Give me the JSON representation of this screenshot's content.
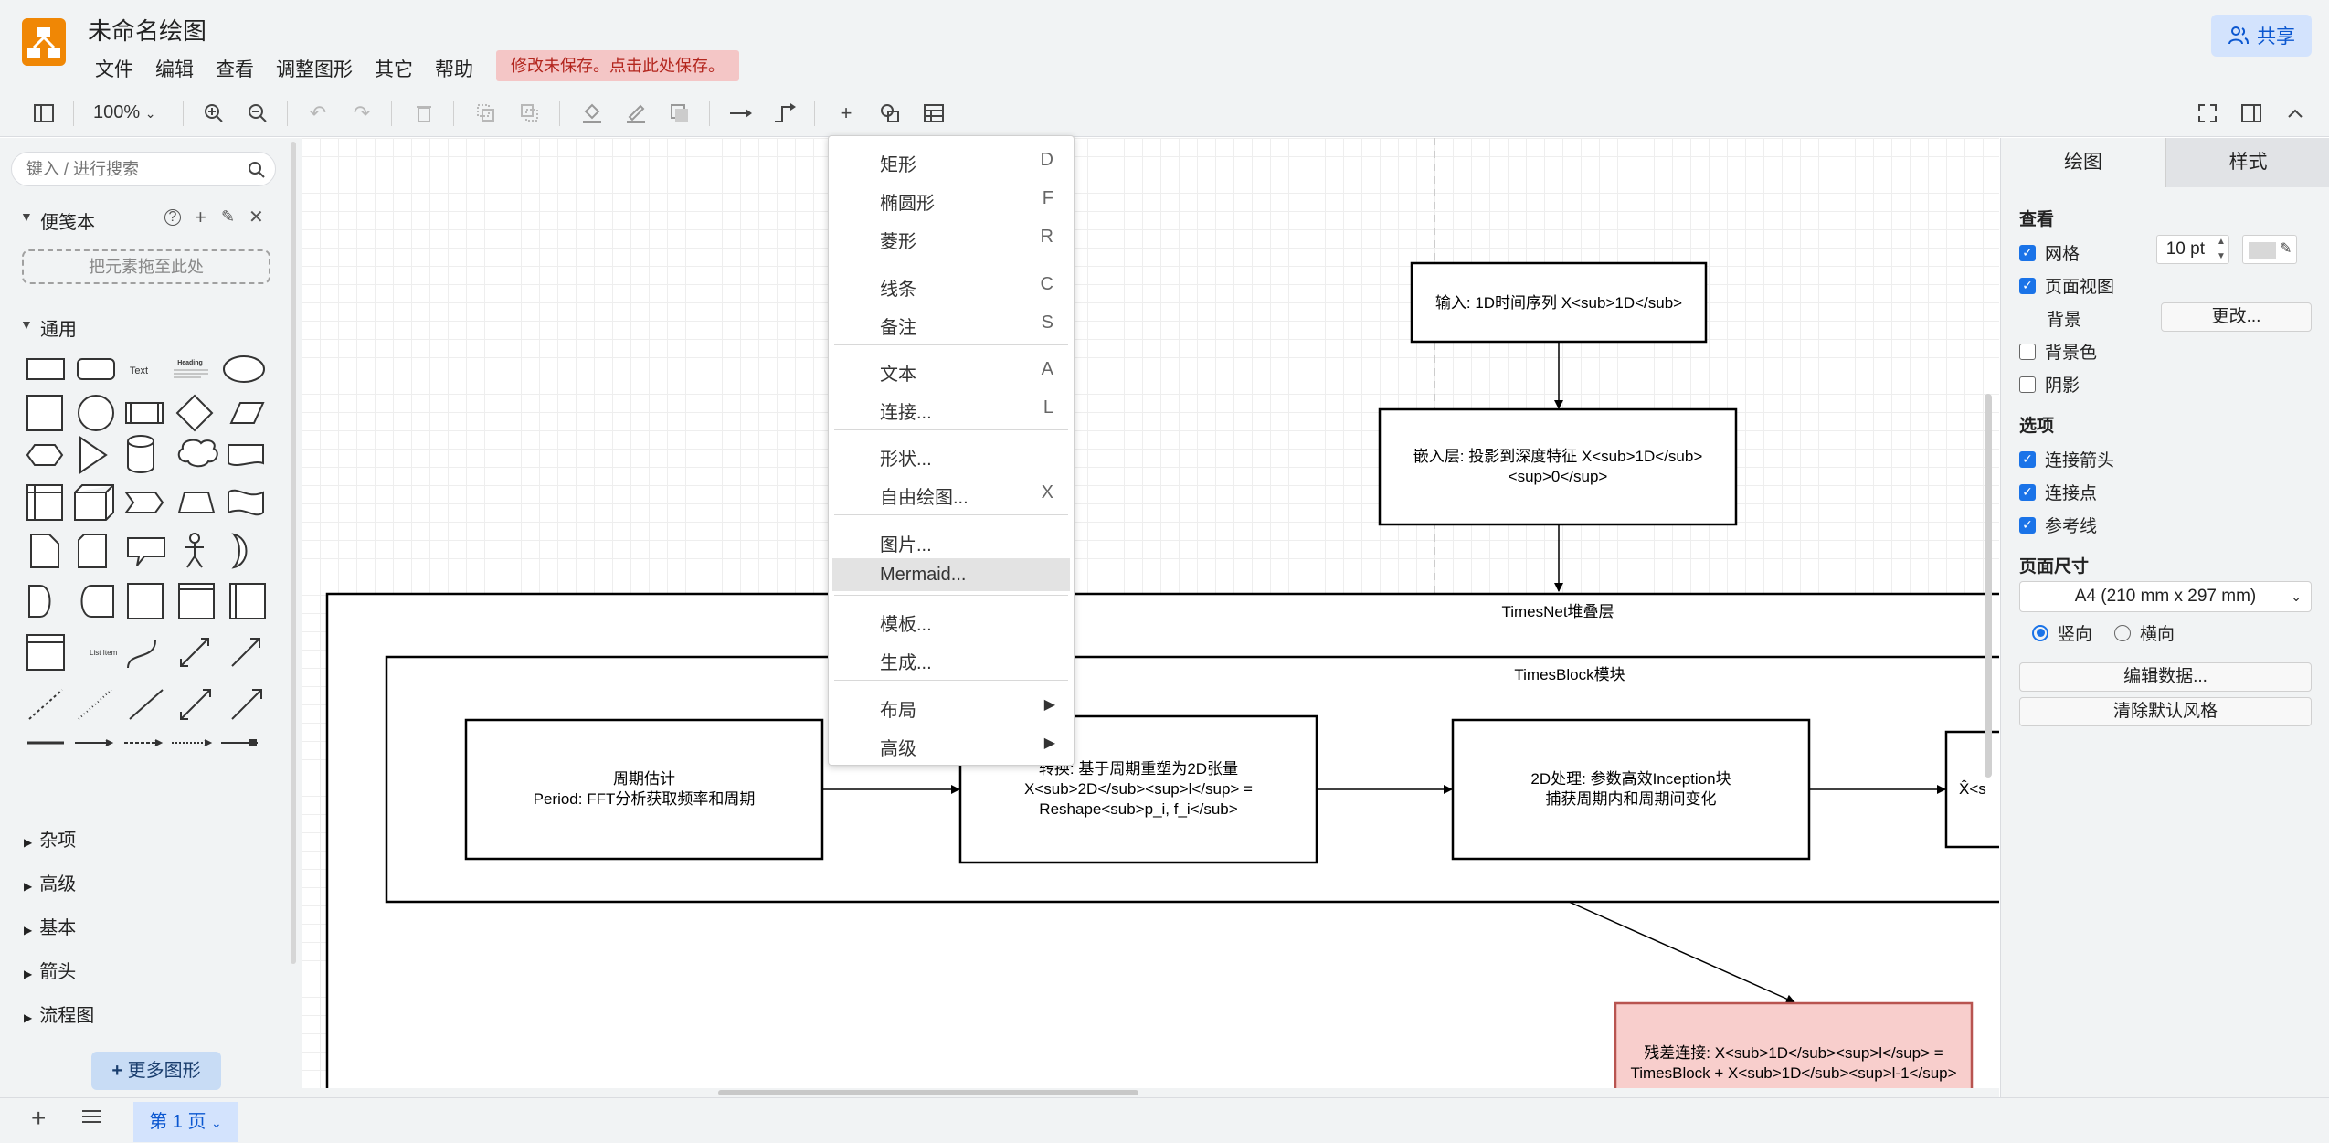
{
  "header": {
    "title": "未命名绘图",
    "menus": [
      "文件",
      "编辑",
      "查看",
      "调整图形",
      "其它",
      "帮助"
    ],
    "unsaved_notice": "修改未保存。点击此处保存。",
    "share_label": "共享"
  },
  "toolbar": {
    "zoom": "100%",
    "icons": [
      "sidebar-toggle-icon",
      "zoom-in-icon",
      "zoom-out-icon",
      "undo-icon",
      "redo-icon",
      "delete-icon",
      "to-front-icon",
      "to-back-icon",
      "fill-color-icon",
      "line-color-icon",
      "shadow-icon",
      "connection-icon",
      "waypoints-icon",
      "insert-icon",
      "shapes-icon",
      "table-icon",
      "fullscreen-icon",
      "format-panel-icon",
      "collapse-icon"
    ]
  },
  "sidebar": {
    "search_placeholder": "键入 / 进行搜索",
    "scratchpad_label": "便笺本",
    "drop_hint": "把元素拖至此处",
    "general_label": "通用",
    "shape_text_sample": "Text",
    "shape_heading_sample": "Heading",
    "shape_listitem_sample": "List Item",
    "categories": [
      "杂项",
      "高级",
      "基本",
      "箭头",
      "流程图"
    ],
    "more_shapes": "更多图形"
  },
  "diagram": {
    "input_box": "输入: 1D时间序列 X<sub>1D</sub>",
    "embed_box_line1": "嵌入层: 投影到深度特征 X<sub>1D</sub>",
    "embed_box_line2": "<sup>0</sup>",
    "timesnet_title": "TimesNet堆叠层",
    "timesblock_title": "TimesBlock模块",
    "period_line1": "周期估计",
    "period_line2": "Period: FFT分析获取频率和周期",
    "transform_line1": "转换: 基于周期重塑为2D张量",
    "transform_line2": "X<sub>2D</sub><sup>l</sup> =",
    "transform_line3": "Reshape<sub>p_i, f_i</sub>",
    "proc2d_line1": "2D处理: 参数高效Inception块",
    "proc2d_line2": "捕获周期内和周期间变化",
    "partial_box": "X̂<s",
    "residual_line1": "残差连接: X<sub>1D</sub><sup>l</sup> =",
    "residual_line2": "TimesBlock + X<sub>1D</sub><sup>l-1</sup>"
  },
  "context_menu": {
    "items": [
      {
        "label": "矩形",
        "key": "D"
      },
      {
        "label": "椭圆形",
        "key": "F"
      },
      {
        "label": "菱形",
        "key": "R"
      },
      {
        "label": "线条",
        "key": "C"
      },
      {
        "label": "备注",
        "key": "S"
      },
      {
        "label": "文本",
        "key": "A"
      },
      {
        "label": "连接...",
        "key": "L"
      },
      {
        "label": "形状...",
        "key": ""
      },
      {
        "label": "自由绘图...",
        "key": "X"
      },
      {
        "label": "图片...",
        "key": ""
      },
      {
        "label": "Mermaid...",
        "key": ""
      },
      {
        "label": "模板...",
        "key": ""
      },
      {
        "label": "生成...",
        "key": ""
      },
      {
        "label": "布局",
        "key": ""
      },
      {
        "label": "高级",
        "key": ""
      }
    ]
  },
  "right_panel": {
    "tab_diagram": "绘图",
    "tab_style": "样式",
    "view_head": "查看",
    "grid_label": "网格",
    "grid_size": "10 pt",
    "page_view_label": "页面视图",
    "background_label": "背景",
    "change_btn": "更改...",
    "bg_color_label": "背景色",
    "shadow_label": "阴影",
    "options_head": "选项",
    "conn_arrows": "连接箭头",
    "conn_points": "连接点",
    "guides": "参考线",
    "page_size_head": "页面尺寸",
    "page_size_value": "A4 (210 mm x 297 mm)",
    "portrait": "竖向",
    "landscape": "横向",
    "edit_data_btn": "编辑数据...",
    "clear_style_btn": "清除默认风格"
  },
  "bottombar": {
    "page_tab": "第 1 页"
  },
  "colors": {
    "accent": "#1a73e8",
    "logo": "#f08705",
    "residual_fill": "#f8cecc",
    "residual_stroke": "#b85450",
    "unsaved_bg": "#f4c6c6"
  }
}
